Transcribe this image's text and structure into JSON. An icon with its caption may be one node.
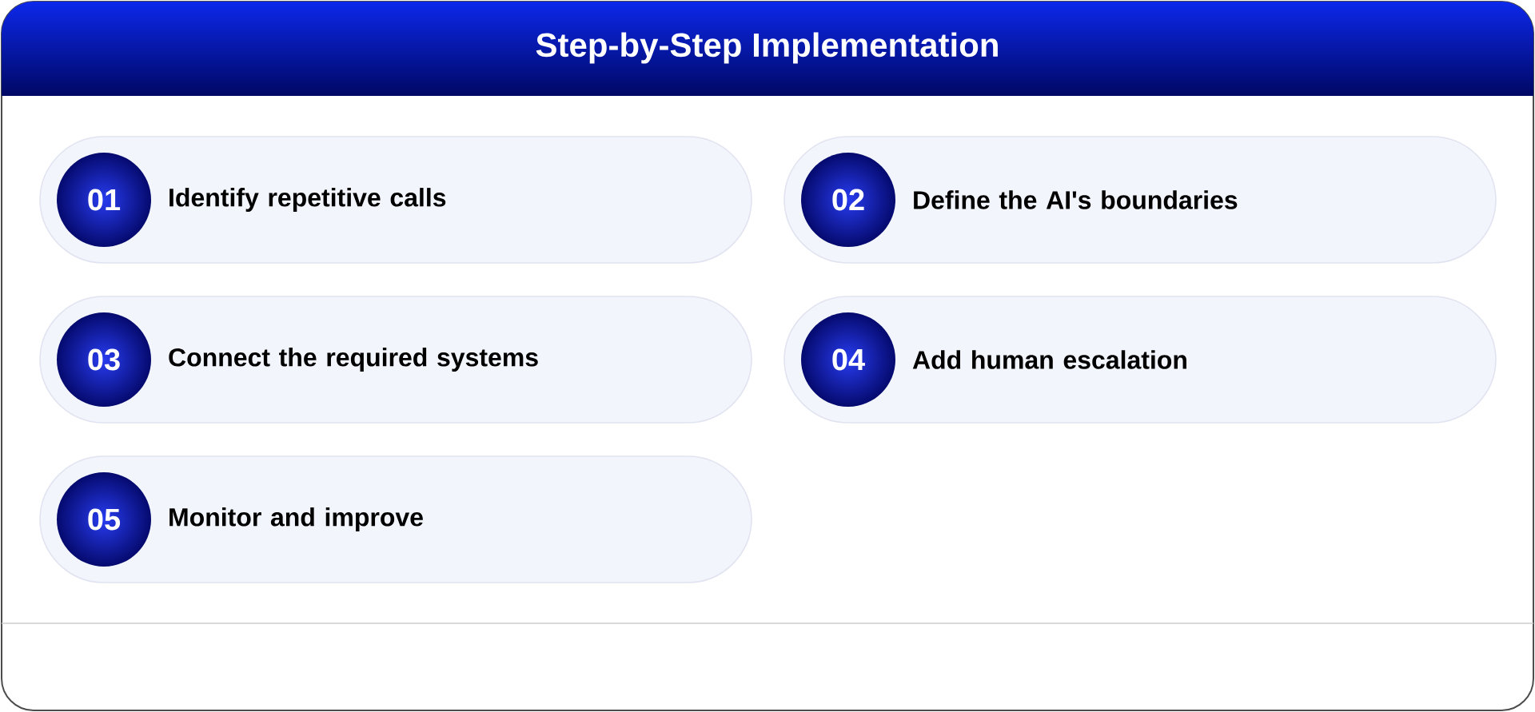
{
  "diagram": {
    "title": "Step-by-Step Implementation",
    "nodes": [
      {
        "text": [
          "Identify repetitive calls"
        ]
      },
      {
        "text": [
          "01"
        ],
        "in": 0
      },
      {
        "text": [
          "Define the AI's boundaries"
        ]
      },
      {
        "text": [
          "02"
        ],
        "in": 2
      },
      {
        "text": [
          "Connect the required systems"
        ]
      },
      {
        "text": [
          "03"
        ],
        "in": 4
      },
      {
        "text": [
          "Add human escalation"
        ]
      },
      {
        "text": [
          "04"
        ],
        "in": 6
      },
      {
        "text": [
          "Monitor and improve"
        ]
      },
      {
        "text": [
          "05"
        ],
        "in": 8
      }
    ]
  }
}
